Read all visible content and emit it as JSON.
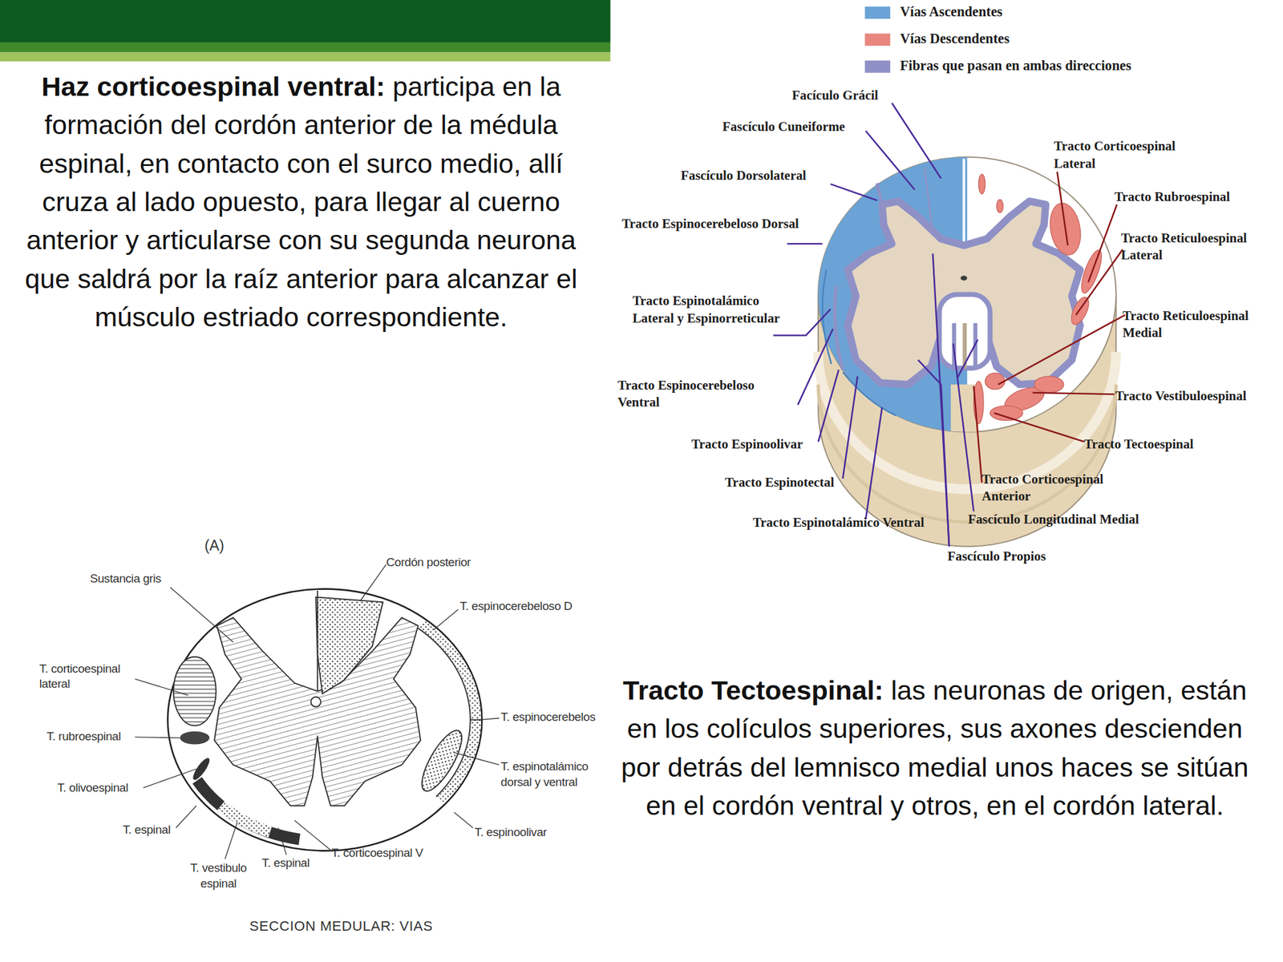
{
  "diagram": {
    "caption": "SECCION MEDULAR: VIAS",
    "labels": [
      "Haz corticoespinal ventral:",
      "participa en la formación del cordón anterior de la médula espinal, en contacto con el surco medio, allí cruza al lado opuesto, para llegar al cuerno anterior y articularse con su segunda neurona que saldrá por la raíz anterior para alcanzar el músculo estriado correspondiente.",
      "Facículo Grácil",
      "Fascículo Cuneiforme",
      "Tracto Corticoespinal Lateral",
      "Fascículo Dorsolateral",
      "Tracto Rubroespinal",
      "Tracto Espinocerebeloso Dorsal",
      "Tracto Reticuloespinal Lateral",
      "Tracto Espinotalámico Lateral y Espinorreticular",
      "Tracto Reticuloespinal Medial",
      "Tracto Espinocerebeloso Ventral",
      "Tracto Vestibuloespinal",
      "Tracto Espinoolivar",
      "Tracto Tectoespinal",
      "Tracto Espinotectal",
      "Tracto Corticoespinal Anterior",
      "Tracto Espinotalámico Ventral",
      "Fascículo Longitudinal Medial",
      "Fascículo Propios",
      "(A)",
      "Cordón posterior",
      "Sustancia gris",
      "T. espinocerebeloso D",
      "T. corticoespinal lateral",
      "T. espinocerebelos",
      "T. rubroespinal",
      "T. espinotalámico dorsal y ventral",
      "T. olivoespinal",
      "T. espinal",
      "T. espinoolivar",
      "T. corticoespinal V",
      "T. vestibulo espinal",
      "T. espinal",
      "Tracto Tectoespinal:",
      "las neuronas de origen, están en los colículos superiores, sus axones descienden por detrás del lemnisco medial unos haces se sitúan en el cordón ventral y otros, en el cordón lateral."
    ],
    "legend": [
      {
        "text": "Vías Ascendentes",
        "color": "#6ba3d6"
      },
      {
        "text": "Vías Descendentes",
        "color": "#e9877f"
      },
      {
        "text": "Fibras que pasan en ambas direcciones",
        "color": "#8f91c6"
      }
    ]
  }
}
